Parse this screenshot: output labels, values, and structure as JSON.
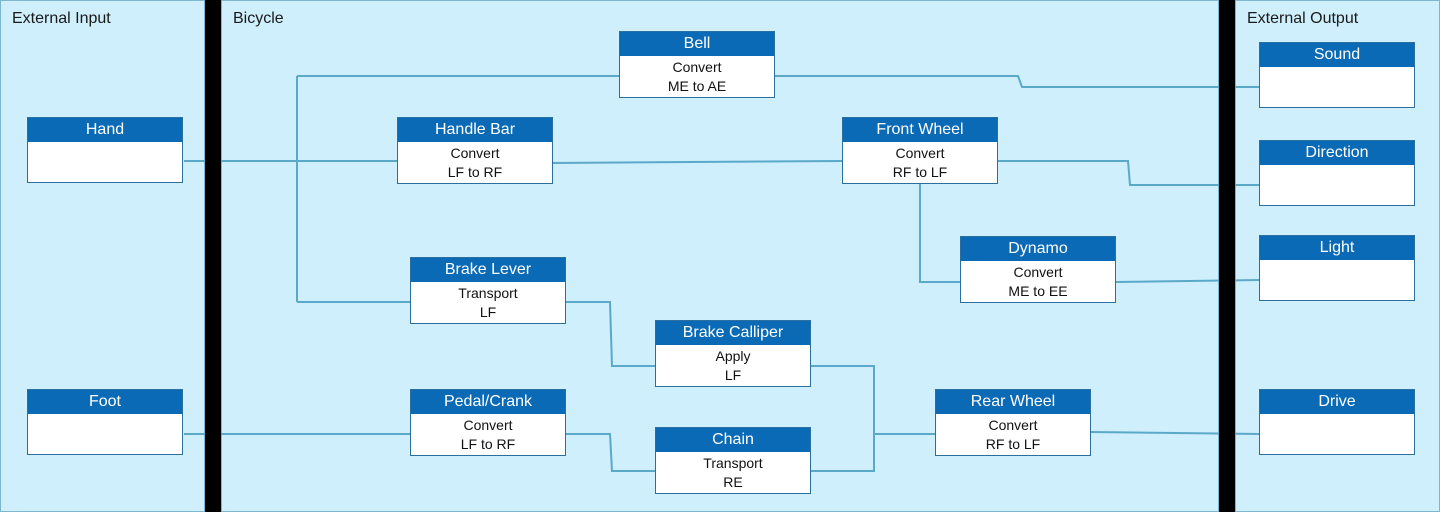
{
  "panels": {
    "input": "External Input",
    "bicycle": "Bicycle",
    "output": "External Output"
  },
  "nodes": {
    "hand": {
      "title": "Hand"
    },
    "foot": {
      "title": "Foot"
    },
    "bell": {
      "title": "Bell",
      "l1": "Convert",
      "l2": "ME to AE"
    },
    "handle_bar": {
      "title": "Handle Bar",
      "l1": "Convert",
      "l2": "LF to RF"
    },
    "front_wheel": {
      "title": "Front Wheel",
      "l1": "Convert",
      "l2": "RF to LF"
    },
    "dynamo": {
      "title": "Dynamo",
      "l1": "Convert",
      "l2": "ME to EE"
    },
    "brake_lever": {
      "title": "Brake Lever",
      "l1": "Transport",
      "l2": "LF"
    },
    "brake_calliper": {
      "title": "Brake Calliper",
      "l1": "Apply",
      "l2": "LF"
    },
    "pedal_crank": {
      "title": "Pedal/Crank",
      "l1": "Convert",
      "l2": "LF to RF"
    },
    "chain": {
      "title": "Chain",
      "l1": "Transport",
      "l2": "RE"
    },
    "rear_wheel": {
      "title": "Rear Wheel",
      "l1": "Convert",
      "l2": "RF to LF"
    },
    "sound": {
      "title": "Sound"
    },
    "direction": {
      "title": "Direction"
    },
    "light": {
      "title": "Light"
    },
    "drive": {
      "title": "Drive"
    }
  },
  "colors": {
    "panel_bg": "#cfeffc",
    "header_bg": "#0b6ab5",
    "divider": "#000000",
    "connector": "#5aa9c9"
  }
}
